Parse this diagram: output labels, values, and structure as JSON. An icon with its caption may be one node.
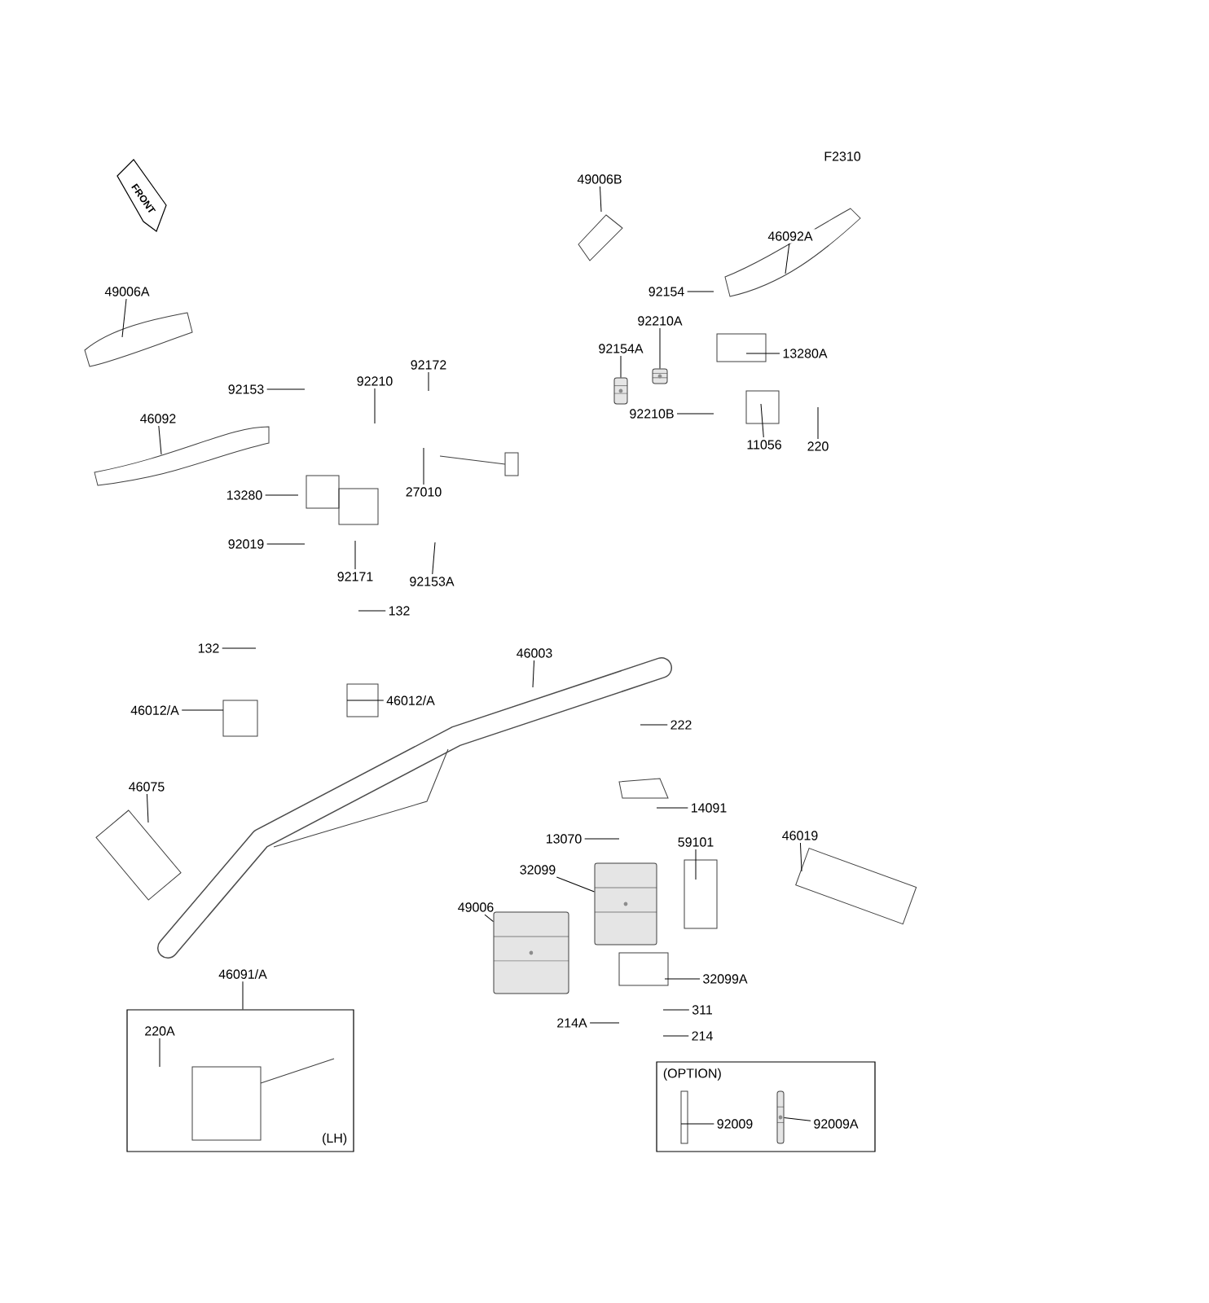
{
  "diagram": {
    "nodes": [
      {
        "text": [
          "(LH)"
        ]
      },
      {
        "text": [
          "(OPTION)"
        ]
      },
      {
        "text": [
          "49006B"
        ]
      },
      {
        "text": [
          "46092A"
        ]
      },
      {
        "text": [
          "49006A"
        ]
      },
      {
        "text": [
          "92154"
        ]
      },
      {
        "text": [
          "92210A"
        ]
      },
      {
        "text": [
          "92154A"
        ]
      },
      {
        "text": [
          "13280A"
        ]
      },
      {
        "text": [
          "92172"
        ]
      },
      {
        "text": [
          "92210"
        ]
      },
      {
        "text": [
          "92153"
        ]
      },
      {
        "text": [
          "92210B"
        ]
      },
      {
        "text": [
          "46092"
        ]
      },
      {
        "text": [
          "11056"
        ]
      },
      {
        "text": [
          "220"
        ]
      },
      {
        "text": [
          "27010"
        ]
      },
      {
        "text": [
          "13280"
        ]
      },
      {
        "text": [
          "92019"
        ]
      },
      {
        "text": [
          "92171"
        ]
      },
      {
        "text": [
          "92153A"
        ]
      },
      {
        "text": [
          "132"
        ]
      },
      {
        "text": [
          "132"
        ]
      },
      {
        "text": [
          "46003"
        ]
      },
      {
        "text": [
          "46012/A"
        ]
      },
      {
        "text": [
          "46012/A"
        ]
      },
      {
        "text": [
          "222"
        ]
      },
      {
        "text": [
          "46075"
        ]
      },
      {
        "text": [
          "14091"
        ]
      },
      {
        "text": [
          "46019"
        ]
      },
      {
        "text": [
          "13070"
        ]
      },
      {
        "text": [
          "59101"
        ]
      },
      {
        "text": [
          "32099"
        ]
      },
      {
        "text": [
          "49006"
        ]
      },
      {
        "text": [
          "46091/A"
        ]
      },
      {
        "text": [
          "32099A"
        ]
      },
      {
        "text": [
          "311"
        ]
      },
      {
        "text": [
          "214A"
        ]
      },
      {
        "text": [
          "220A"
        ],
        "in": 0
      },
      {
        "text": [
          "214"
        ]
      },
      {
        "text": [
          "92009"
        ],
        "in": 1
      },
      {
        "text": [
          "92009A"
        ],
        "in": 1
      },
      {
        "text": [],
        "shape": "picture"
      },
      {
        "text": [],
        "shape": "picture"
      },
      {
        "text": [],
        "shape": "picture"
      },
      {
        "text": [],
        "shape": "picture"
      },
      {
        "text": [],
        "shape": "picture",
        "in": 1
      }
    ],
    "edges": [
      {
        "from": 2,
        "to": null,
        "arrow": "none"
      },
      {
        "from": 3,
        "to": null,
        "arrow": "none"
      },
      {
        "from": 4,
        "to": null,
        "arrow": "none"
      },
      {
        "from": 5,
        "to": null,
        "arrow": "none"
      },
      {
        "from": 6,
        "to": 42,
        "arrow": "none"
      },
      {
        "from": 7,
        "to": 43,
        "arrow": "none"
      },
      {
        "from": 8,
        "to": null,
        "arrow": "none"
      },
      {
        "from": 9,
        "to": null,
        "arrow": "none"
      },
      {
        "from": 10,
        "to": null,
        "arrow": "none"
      },
      {
        "from": 11,
        "to": null,
        "arrow": "none"
      },
      {
        "from": 12,
        "to": null,
        "arrow": "none"
      },
      {
        "from": 13,
        "to": null,
        "arrow": "none"
      },
      {
        "from": 14,
        "to": null,
        "arrow": "none"
      },
      {
        "from": 15,
        "to": null,
        "arrow": "none"
      },
      {
        "from": 16,
        "to": null,
        "arrow": "none"
      },
      {
        "from": 17,
        "to": null,
        "arrow": "none"
      },
      {
        "from": 18,
        "to": null,
        "arrow": "none"
      },
      {
        "from": 19,
        "to": null,
        "arrow": "none"
      },
      {
        "from": 20,
        "to": null,
        "arrow": "none"
      },
      {
        "from": 21,
        "to": null,
        "arrow": "none"
      },
      {
        "from": 22,
        "to": null,
        "arrow": "none"
      },
      {
        "from": 23,
        "to": null,
        "arrow": "none"
      },
      {
        "from": 24,
        "to": null,
        "arrow": "none"
      },
      {
        "from": 25,
        "to": null,
        "arrow": "none"
      },
      {
        "from": 26,
        "to": null,
        "arrow": "none"
      },
      {
        "from": 27,
        "to": null,
        "arrow": "none"
      },
      {
        "from": 28,
        "to": null,
        "arrow": "none"
      },
      {
        "from": 29,
        "to": null,
        "arrow": "none"
      },
      {
        "from": 30,
        "to": null,
        "arrow": "none"
      },
      {
        "from": 31,
        "to": null,
        "arrow": "none"
      },
      {
        "from": 32,
        "to": 44,
        "arrow": "none"
      },
      {
        "from": 33,
        "to": 45,
        "arrow": "none"
      },
      {
        "from": 34,
        "to": 0,
        "arrow": "none"
      },
      {
        "from": 35,
        "to": null,
        "arrow": "none"
      },
      {
        "from": 36,
        "to": null,
        "arrow": "none"
      },
      {
        "from": 37,
        "to": null,
        "arrow": "none"
      },
      {
        "from": 38,
        "to": null,
        "arrow": "none"
      },
      {
        "from": 39,
        "to": null,
        "arrow": "none"
      },
      {
        "from": 40,
        "to": null,
        "arrow": "none"
      },
      {
        "from": 41,
        "to": 46,
        "arrow": "none"
      }
    ],
    "labels": [
      "F2310",
      "FRONT"
    ]
  }
}
